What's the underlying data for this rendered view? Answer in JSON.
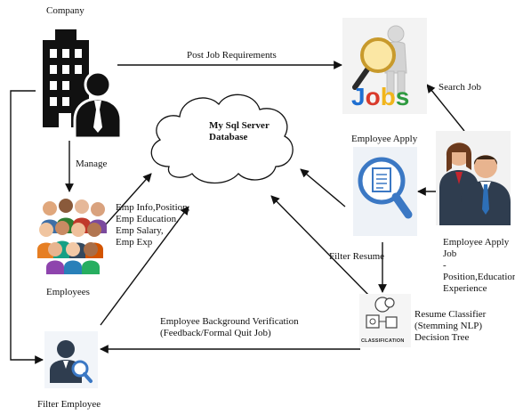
{
  "nodes": {
    "company": {
      "label": "Company"
    },
    "jobs": {
      "label": "Jobs",
      "jobs_letters": [
        "J",
        "o",
        "b",
        "s"
      ]
    },
    "database": {
      "label_lines": [
        "My Sql Server",
        "Database"
      ]
    },
    "employee_apply": {
      "label": "Employee Apply"
    },
    "employees": {
      "label": "Employees"
    },
    "job_seekers": {
      "label_lines": [
        "Employee Apply Job",
        "- Position,Education,",
        "Experience"
      ]
    },
    "classifier": {
      "icon_caption": "CLASSIFICATION",
      "label_lines": [
        "Resume Classifier",
        "(Stemming NLP)",
        "Decision Tree"
      ]
    },
    "filter_employee": {
      "label": "Filter Employee"
    }
  },
  "edges": {
    "post_job": {
      "label": "Post Job Requirements"
    },
    "search_job": {
      "label": "Search Job"
    },
    "manage": {
      "label": "Manage"
    },
    "emp_info": {
      "label_lines": [
        "Emp Info,Position,",
        "Emp Education,",
        "Emp Salary,",
        "Emp Exp"
      ]
    },
    "filter_resume": {
      "label": "Filter Resume"
    },
    "background": {
      "label_lines": [
        "Employee Background Verification",
        "(Feedback/Formal Quit Job)"
      ]
    }
  },
  "colors": {
    "company_icon": "#111111",
    "jobs_j": "#1f6fd1",
    "jobs_o": "#d93a2b",
    "jobs_b": "#f1b51c",
    "jobs_s": "#2e9a3f",
    "magnifier_blue": "#3b78c4",
    "suit_dark": "#2f3d4f",
    "tie_blue": "#2d6fb7",
    "tie_red": "#c4262e",
    "arrow": "#111111"
  }
}
